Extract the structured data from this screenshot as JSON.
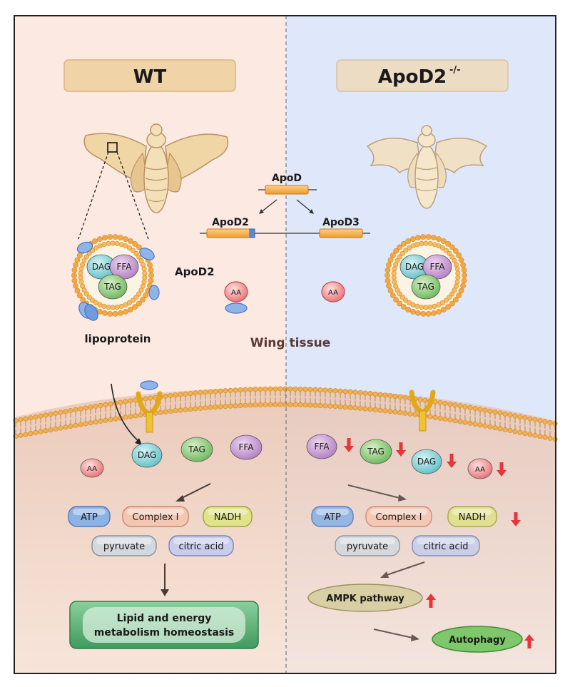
{
  "panels": {
    "left_title": "WT",
    "right_title": "ApoD2",
    "right_title_sup": "-/-"
  },
  "genes": {
    "parent": "ApoD",
    "child_left": "ApoD2",
    "child_right": "ApoD3"
  },
  "wing_tissue": "Wing tissue",
  "lipoprotein": {
    "label": "lipoprotein",
    "apod2_label": "ApoD2",
    "lipids": [
      "DAG",
      "FFA",
      "TAG"
    ]
  },
  "aa_label": "AA",
  "wt_cell": {
    "lipids": [
      "DAG",
      "TAG",
      "FFA",
      "AA"
    ],
    "mito": [
      "ATP",
      "Complex I",
      "NADH",
      "pyruvate",
      "citric acid"
    ],
    "outcome_line1": "Lipid and energy",
    "outcome_line2": "metabolism homeostasis"
  },
  "ko_cell": {
    "lipids": [
      "FFA",
      "TAG",
      "DAG",
      "AA"
    ],
    "mito": [
      "ATP",
      "Complex I",
      "NADH",
      "pyruvate",
      "citric acid"
    ],
    "ampk": "AMPK pathway",
    "autophagy": "Autophagy"
  },
  "colors": {
    "wt_bg": "#fbe9e2",
    "ko_bg": "#dfe7fb",
    "title_box": "#f2d9b0",
    "cytoplasm": "#f3d9c8",
    "up_down_arrow": "#e8343a",
    "green_box": "#5fb07b",
    "ampk": "#d9cfa5",
    "autophagy": "#7ec76a"
  }
}
